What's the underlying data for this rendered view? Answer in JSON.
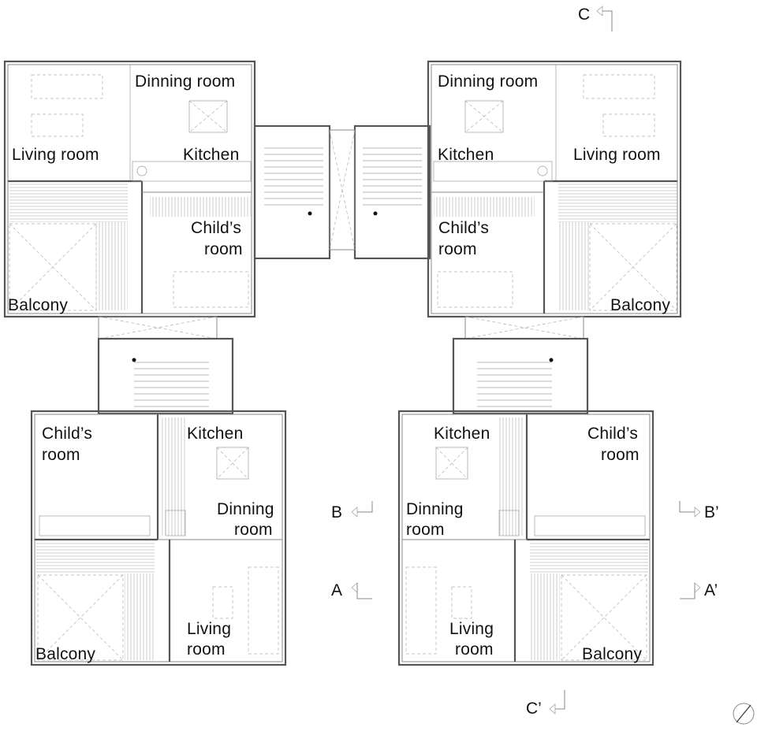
{
  "units": {
    "top_left": {
      "dining": "Dinning room",
      "living": "Living room",
      "kitchen": "Kitchen",
      "child_line1": "Child’s",
      "child_line2": "room",
      "balcony": "Balcony"
    },
    "top_right": {
      "dining": "Dinning room",
      "kitchen": "Kitchen",
      "living": "Living room",
      "child_line1": "Child’s",
      "child_line2": "room",
      "balcony": "Balcony"
    },
    "bottom_left": {
      "child_line1": "Child’s",
      "child_line2": "room",
      "kitchen": "Kitchen",
      "dining_line1": "Dinning",
      "dining_line2": "room",
      "living_line1": "Living",
      "living_line2": "room",
      "balcony": "Balcony"
    },
    "bottom_right": {
      "kitchen": "Kitchen",
      "child_line1": "Child’s",
      "child_line2": "room",
      "dining_line1": "Dinning",
      "dining_line2": "room",
      "living_line1": "Living",
      "living_line2": "room",
      "balcony": "Balcony"
    }
  },
  "section_marks": {
    "c_top": "C",
    "c_bottom": "C’",
    "b_left": "B",
    "b_right": "B’",
    "a_left": "A",
    "a_right": "A’"
  },
  "north_arrow": "north-arrow-icon"
}
